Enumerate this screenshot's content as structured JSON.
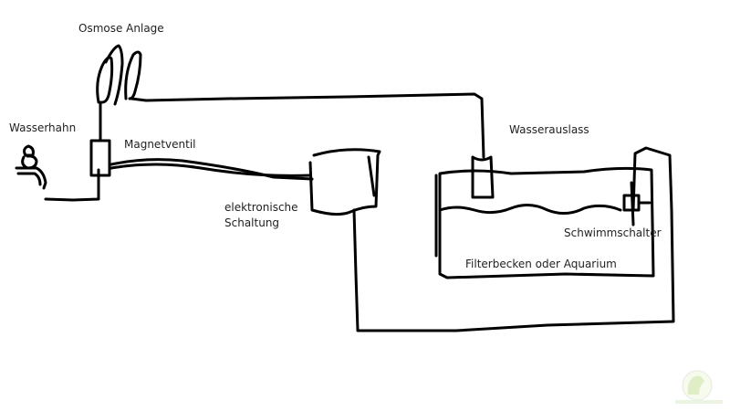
{
  "diagram": {
    "type": "hand-drawn schematic",
    "labels": {
      "osmose": "Osmose Anlage",
      "wasserhahn": "Wasserhahn",
      "magnetventil": "Magnetventil",
      "schaltung_1": "elektronische",
      "schaltung_2": "Schaltung",
      "wasserauslass": "Wasserauslass",
      "schwimmschalter": "Schwimmschalter",
      "becken": "Filterbecken oder Aquarium"
    },
    "colors": {
      "stroke": "#000000",
      "background": "#ffffff",
      "watermark": "#9acd32"
    },
    "components": [
      {
        "id": "wasserhahn",
        "label": "Wasserhahn"
      },
      {
        "id": "osmose",
        "label": "Osmose Anlage"
      },
      {
        "id": "magnetventil",
        "label": "Magnetventil"
      },
      {
        "id": "schaltung",
        "label": "elektronische Schaltung"
      },
      {
        "id": "wasserauslass",
        "label": "Wasserauslass"
      },
      {
        "id": "becken",
        "label": "Filterbecken oder Aquarium"
      },
      {
        "id": "schwimmschalter",
        "label": "Schwimmschalter"
      }
    ]
  }
}
